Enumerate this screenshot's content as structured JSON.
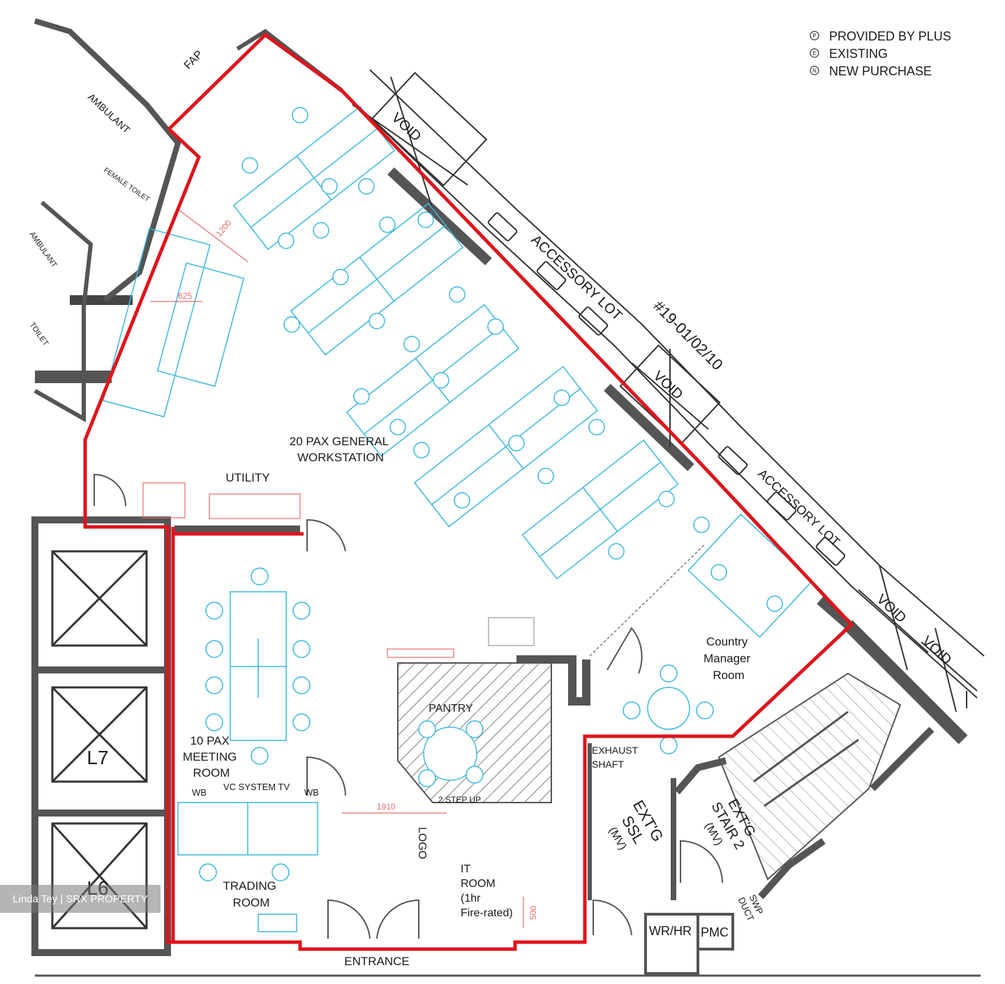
{
  "legend": [
    {
      "symbol": "P",
      "text": "PROVIDED BY PLUS"
    },
    {
      "symbol": "E",
      "text": "EXISTING"
    },
    {
      "symbol": "N",
      "text": "NEW PURCHASE"
    }
  ],
  "unit_label": "#19-01/02/10",
  "rooms": {
    "workstation": "20 PAX GENERAL\nWORKSTATION",
    "utility": "UTILITY",
    "meeting": "10 PAX\nMEETING\nROOM",
    "vc": "VC SYSTEM TV",
    "wb1": "WB",
    "wb2": "WB",
    "trading": "TRADING\nROOM",
    "pantry": "PANTRY",
    "country": "Country\nManager\nRoom",
    "it": "IT\nROOM\n(1hr\nFire-rated)",
    "logo": "LOGO",
    "entrance": "ENTRANCE",
    "step": "2 STEP UP",
    "exhaust": "EXHAUST\nSHAFT",
    "ssl": "EXT'G\nSSL\n(MV)",
    "stair": "EXT'G\nSTAIR 2\n(MV)",
    "wrhr": "WR/HR",
    "pmc": "PMC",
    "swp": "SWP\nDUCT",
    "fap": "FAP",
    "ambulant1": "AMBULANT",
    "ambulant2": "AMBULANT",
    "female_toilet": "FEMALE TOILET",
    "toilet": "TOILET",
    "void1": "VOID",
    "void2": "VOID",
    "void3": "VOID",
    "void4": "VOID",
    "acc1": "ACCESSORY LOT",
    "acc2": "ACCESSORY LOT",
    "lift_l7": "L7",
    "lift_l6": "L6",
    "dim_1200": "1200",
    "dim_625": "625",
    "dim_1910": "1910",
    "dim_500": "500"
  },
  "watermark": "Linda Tey | SRX PROPERTY",
  "colors": {
    "boundary": "#e0141c",
    "walls": "#555555",
    "furniture": "#39b8e0",
    "dims": "#e86a6a"
  }
}
